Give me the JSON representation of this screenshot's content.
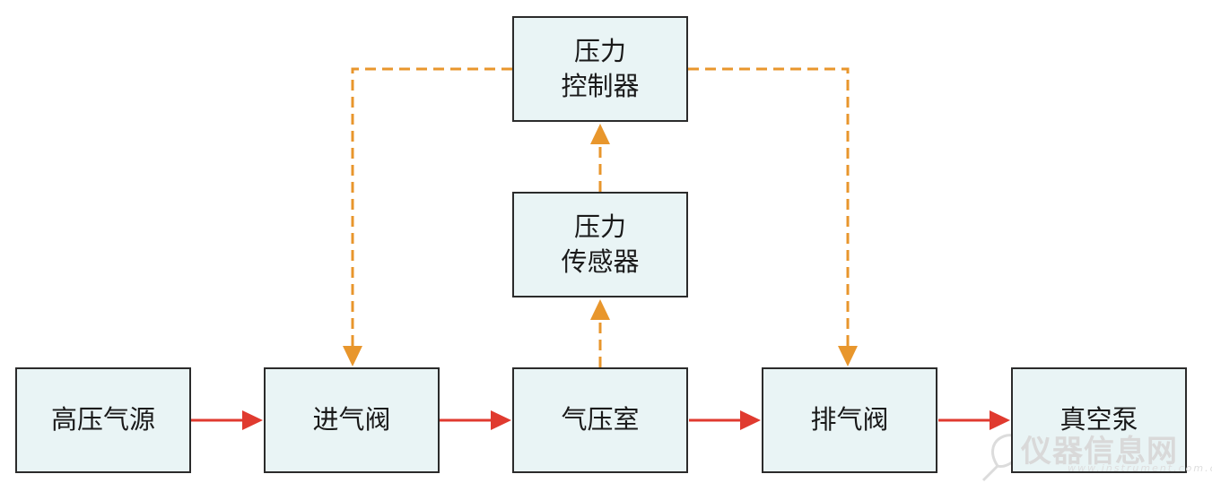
{
  "nodes": {
    "source": "高压气源",
    "inlet_valve": "进气阀",
    "chamber": "气压室",
    "exhaust_valve": "排气阀",
    "vacuum_pump": "真空泵",
    "sensor": "压力\n传感器",
    "controller": "压力\n控制器"
  },
  "watermark": {
    "name": "仪器信息网",
    "url": "www.instrument.com.cn"
  },
  "colors": {
    "node_fill": "#e9f4f5",
    "node_border": "#2b2b2b",
    "flow_arrow": "#e03a2f",
    "control_arrow": "#e8962c"
  }
}
